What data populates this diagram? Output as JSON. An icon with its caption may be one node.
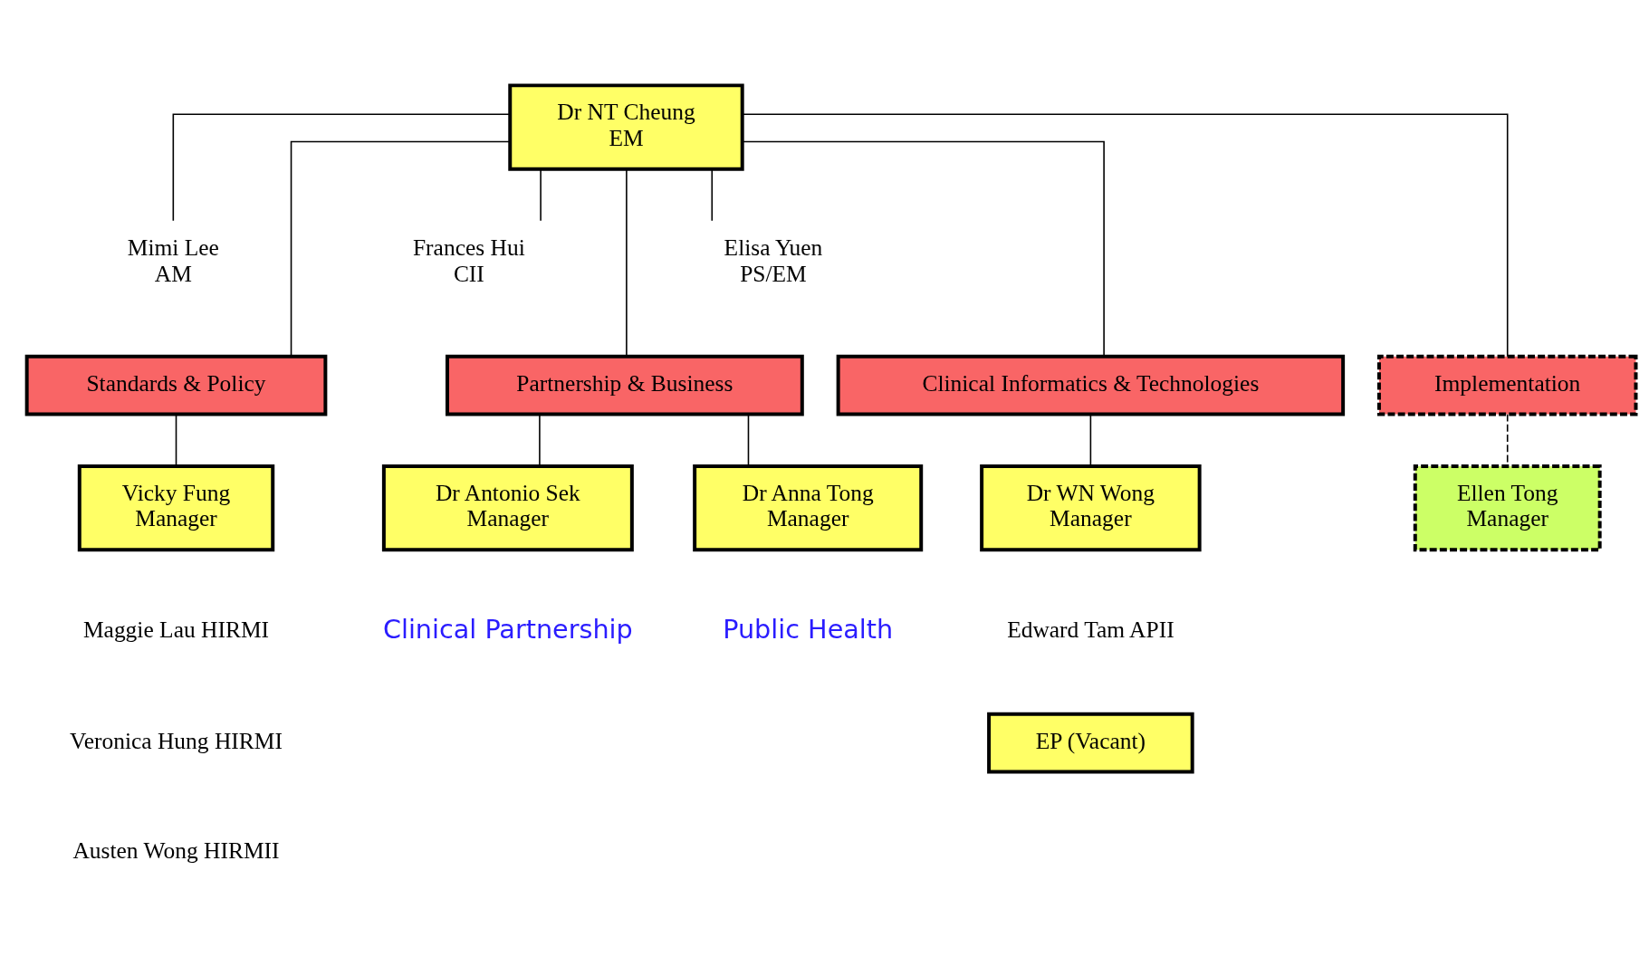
{
  "diagram": {
    "nodes": [
      {
        "text": [
          "Dr NT Cheung",
          "EM"
        ]
      },
      {
        "text": [
          "Mimi Lee",
          "AM"
        ]
      },
      {
        "text": [
          "Elisa Yuen",
          "PS/EM"
        ]
      },
      {
        "text": [
          "Frances Hui",
          "CII"
        ]
      },
      {
        "text": [
          "Standards & Policy"
        ]
      },
      {
        "text": [
          "Clinical Informatics & Technologies"
        ]
      },
      {
        "text": [
          "Partnership & Business"
        ]
      },
      {
        "text": [
          "Implementation"
        ]
      },
      {
        "text": [
          "Vicky Fung",
          "Manager"
        ]
      },
      {
        "text": [
          "Dr WN Wong",
          "Manager"
        ]
      },
      {
        "text": [
          "Dr Anna Tong",
          "Manager"
        ],
        "beside": [
          "Public Health"
        ]
      },
      {
        "text": [
          "Dr Antonio Sek",
          "Manager"
        ],
        "beside": [
          "Clinical Partnership"
        ]
      },
      {
        "text": [
          "Ellen Tong",
          "Manager"
        ]
      },
      {
        "text": [
          "EP (Vacant)"
        ]
      }
    ],
    "edges": [
      {
        "from": 0,
        "to": 1,
        "arrow": "none"
      },
      {
        "from": 0,
        "to": 2,
        "arrow": "none"
      },
      {
        "from": 0,
        "to": 3,
        "arrow": "none"
      },
      {
        "from": 0,
        "to": 4,
        "arrow": "none"
      },
      {
        "from": 0,
        "to": 5,
        "arrow": "none"
      },
      {
        "from": 0,
        "to": 6,
        "arrow": "none"
      },
      {
        "from": 0,
        "to": 7,
        "arrow": "none"
      },
      {
        "from": 4,
        "to": 8,
        "arrow": "none"
      },
      {
        "from": 5,
        "to": 9,
        "arrow": "none"
      },
      {
        "from": 6,
        "to": 10,
        "arrow": "none"
      },
      {
        "from": 6,
        "to": 11,
        "arrow": "none"
      },
      {
        "from": 7,
        "to": 12,
        "arrow": "none",
        "style": "dashed"
      }
    ],
    "labels": [
      "Maggie Lau HIRMI",
      "Edward Tam APII",
      "Veronica Hung HIRMI",
      "Austen Wong HIRMII"
    ]
  }
}
